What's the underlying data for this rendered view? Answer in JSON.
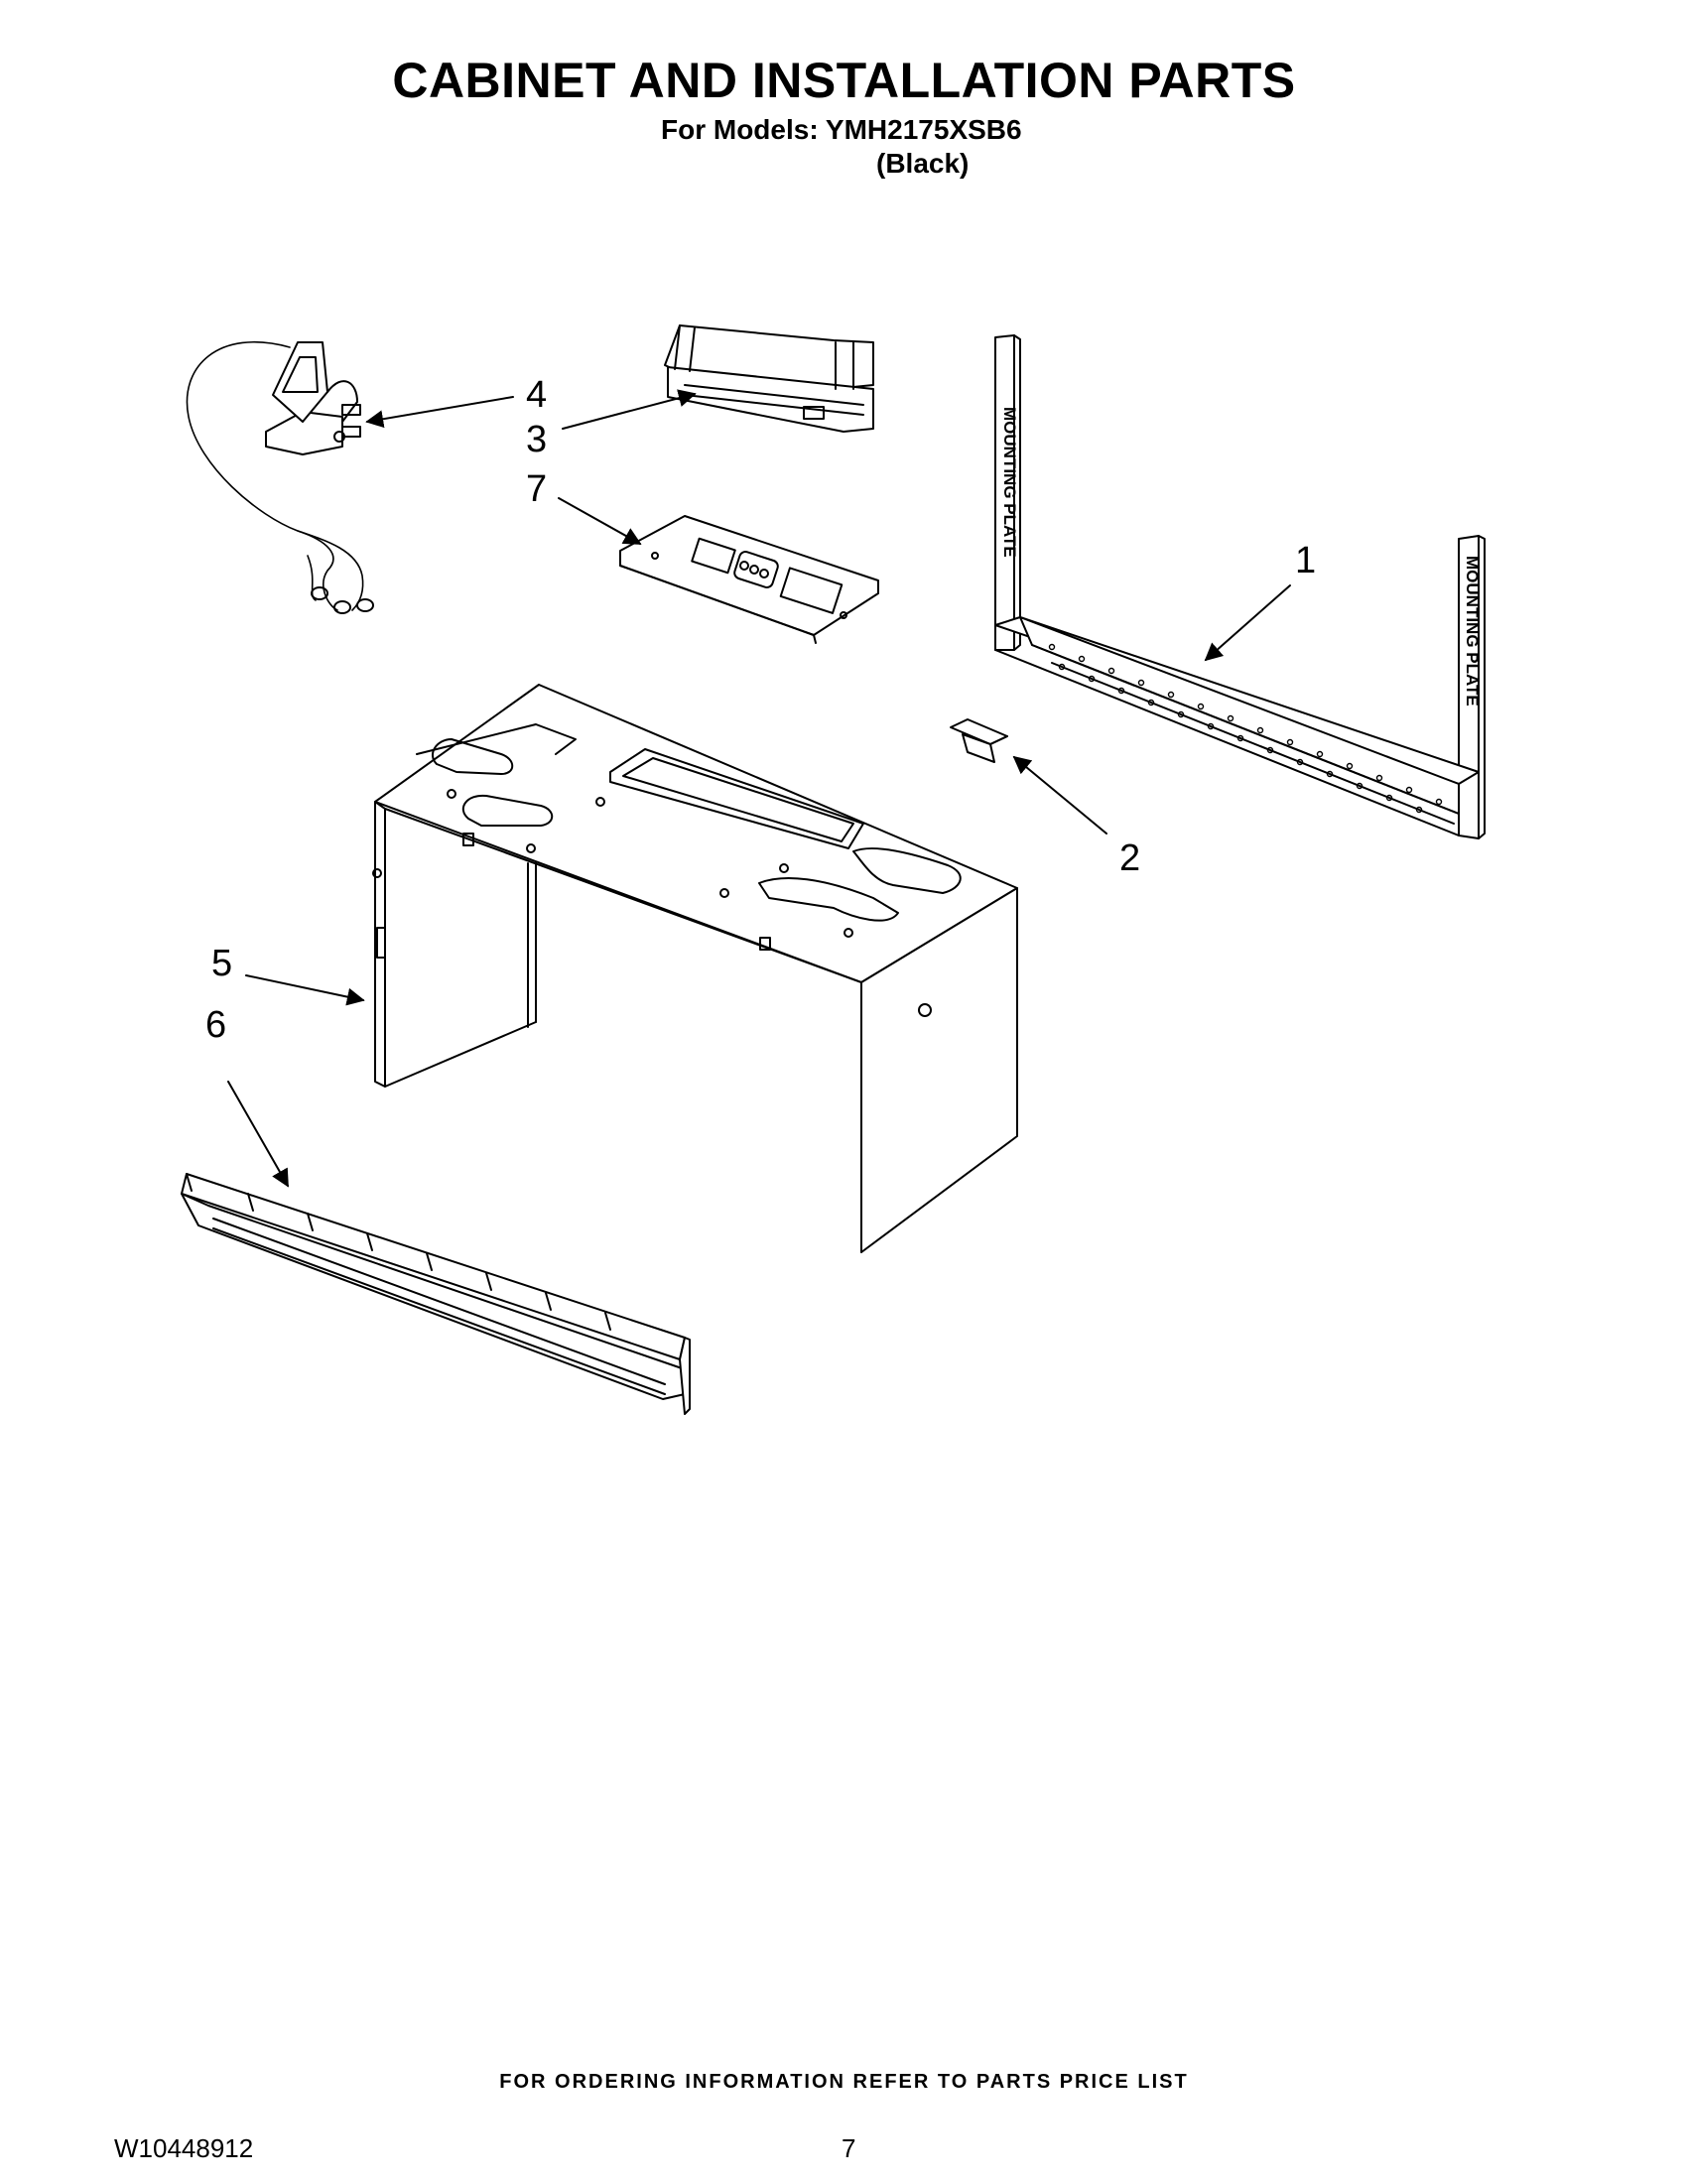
{
  "header": {
    "title": "CABINET AND INSTALLATION PARTS",
    "models_line": "For Models: YMH2175XSB6",
    "color_line": "(Black)"
  },
  "callouts": {
    "c1": "1",
    "c2": "2",
    "c3": "3",
    "c4": "4",
    "c5": "5",
    "c6": "6",
    "c7": "7"
  },
  "mounting_plate_text": "MOUNTING PLATE",
  "footer": {
    "note": "FOR ORDERING INFORMATION REFER TO PARTS PRICE LIST",
    "doc_number": "W10448912",
    "page_number": "7"
  }
}
